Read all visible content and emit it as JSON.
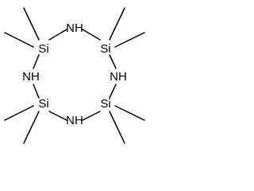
{
  "molecule": {
    "atoms": [
      {
        "id": "si_top_left",
        "label": "Si"
      },
      {
        "id": "n_top",
        "label": "NH"
      },
      {
        "id": "si_top_right",
        "label": "Si"
      },
      {
        "id": "n_right",
        "label": "NH"
      },
      {
        "id": "si_bottom_right",
        "label": "Si"
      },
      {
        "id": "n_bottom",
        "label": "NH"
      },
      {
        "id": "si_bottom_left",
        "label": "Si"
      },
      {
        "id": "n_left",
        "label": "NH"
      }
    ],
    "bonds": [
      [
        "si_top_left",
        "n_top"
      ],
      [
        "n_top",
        "si_top_right"
      ],
      [
        "si_top_right",
        "n_right"
      ],
      [
        "n_right",
        "si_bottom_right"
      ],
      [
        "si_bottom_right",
        "n_bottom"
      ],
      [
        "n_bottom",
        "si_bottom_left"
      ],
      [
        "si_bottom_left",
        "n_left"
      ],
      [
        "n_left",
        "si_top_left"
      ],
      [
        "si_top_left",
        "methyl_1"
      ],
      [
        "si_top_left",
        "methyl_2"
      ],
      [
        "si_top_right",
        "methyl_3"
      ],
      [
        "si_top_right",
        "methyl_4"
      ],
      [
        "si_bottom_right",
        "methyl_5"
      ],
      [
        "si_bottom_right",
        "methyl_6"
      ],
      [
        "si_bottom_left",
        "methyl_7"
      ],
      [
        "si_bottom_left",
        "methyl_8"
      ]
    ],
    "line_color": "#000000",
    "text_color": "#000000",
    "background": "#ffffff"
  }
}
